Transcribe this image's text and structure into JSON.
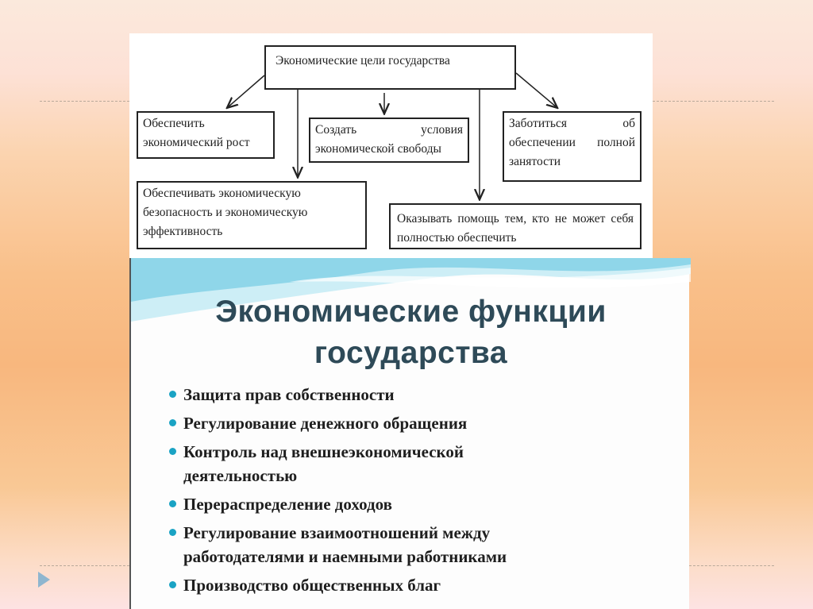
{
  "diagram": {
    "root": "Экономические цели государства",
    "goals": [
      "Обеспечить экономический рост",
      "Создать условия экономической свободы",
      "Заботиться об обеспечении полной занятости",
      "Обеспечивать экономическую безопасность и экономическую эффективность",
      "Оказывать помощь тем, кто не может себя полностью обеспечить"
    ]
  },
  "slide": {
    "title_line1": "Экономические функции",
    "title_line2": "государства",
    "functions": [
      "Защита прав собственности",
      "Регулирование денежного обращения",
      "Контроль над внешнеэкономической деятельностью",
      "Перераспределение доходов",
      "Регулирование взаимоотношений между работодателями и наемными работниками",
      "Производство общественных благ"
    ]
  },
  "colors": {
    "accent": "#1aa3c4",
    "title": "#2e4a58",
    "nav_arrow": "#8fb6cf"
  }
}
